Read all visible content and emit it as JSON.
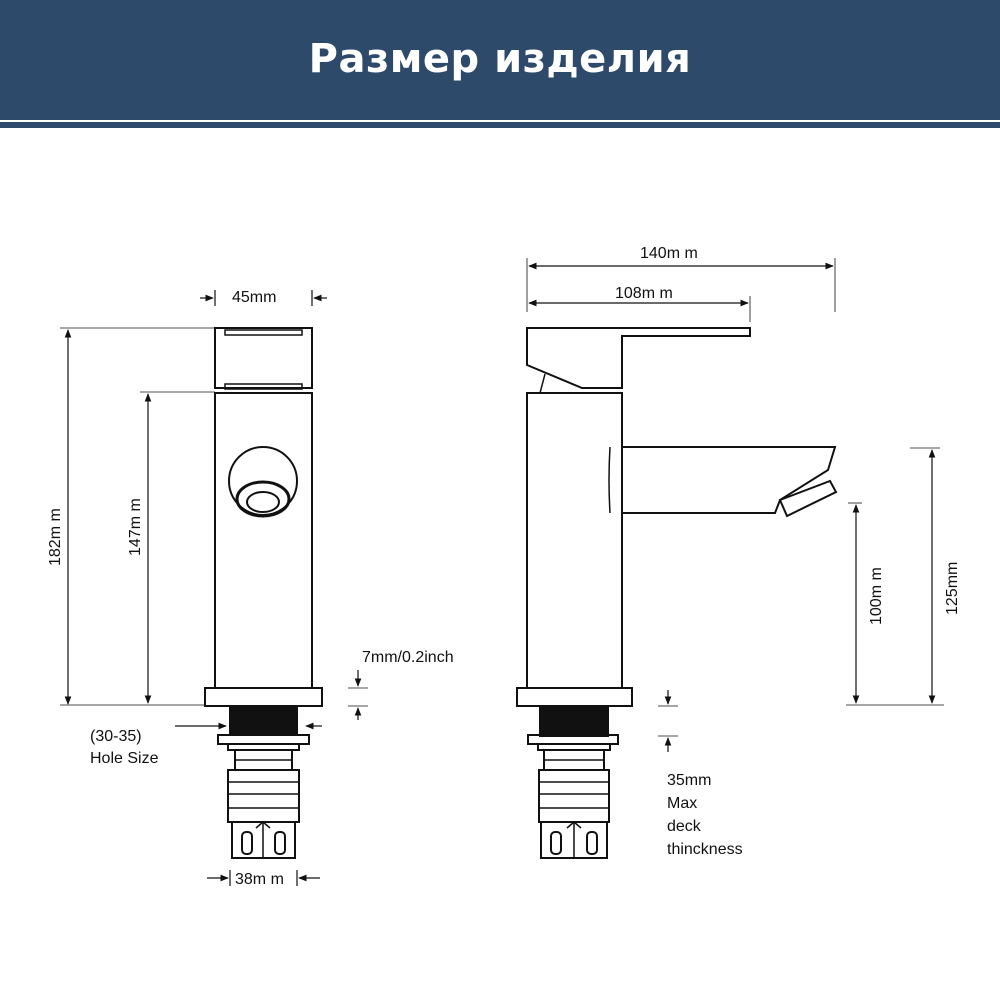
{
  "header": {
    "title": "Размер изделия"
  },
  "front_view": {
    "top_width": "45mm",
    "total_height": "182m m",
    "body_height": "147m m",
    "hole_size_line1": "(30-35)",
    "hole_size_line2": "Hole Size",
    "shank_width": "38m m",
    "deck_gap": "7mm/0.2inch"
  },
  "side_view": {
    "total_length": "140m m",
    "lever_length": "108m m",
    "spout_height": "100m m",
    "top_to_deck": "125mm",
    "deck_line1": "35mm",
    "deck_line2": "Max",
    "deck_line3": "deck",
    "deck_line4": "thinckness"
  }
}
